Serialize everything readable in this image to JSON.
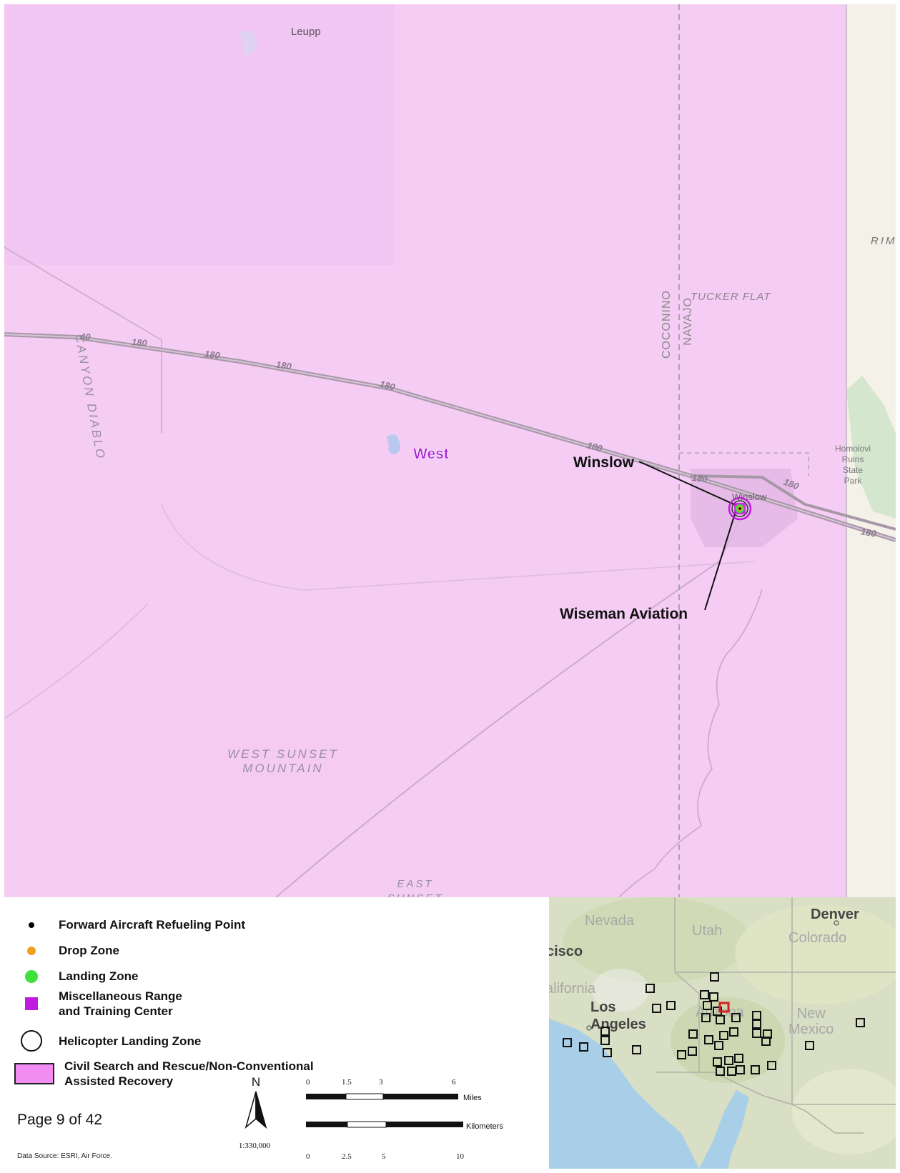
{
  "map": {
    "places": {
      "leupp": "Leupp",
      "rim": "RIM",
      "tucker_flat": "TUCKER FLAT",
      "winslow_small": "Winslow",
      "homolovi": [
        "Homolovi",
        "Ruins",
        "State",
        "Park"
      ]
    },
    "terrain": {
      "canyon_diablo": "CANYON DIABLO",
      "west_sunset_1": "WEST SUNSET",
      "west_sunset_2": "MOUNTAIN",
      "east_sunset_1": "EAST",
      "east_sunset_2": "SUNSET"
    },
    "counties": {
      "coconino": "COCONINO",
      "navajo": "NAVAJO"
    },
    "highway": {
      "i40": "40",
      "us180": "180"
    },
    "area_label": "West",
    "callouts": {
      "winslow": "Winslow",
      "wiseman": "Wiseman Aviation"
    },
    "colors": {
      "overlay": "#f5c8f5",
      "callout_area_text": "#a21bd2"
    }
  },
  "legend": {
    "items": [
      {
        "label": "Forward Aircraft Refueling Point",
        "symbol": "black-dot"
      },
      {
        "label": "Drop Zone",
        "symbol": "orange-dot",
        "color": "#f0a020"
      },
      {
        "label": "Landing Zone",
        "symbol": "green-dot",
        "color": "#3fe03a"
      },
      {
        "label": "Miscellaneous Range",
        "label2": "and Training Center",
        "symbol": "purple-square",
        "color": "#c01ae0"
      },
      {
        "label": "Helicopter Landing Zone",
        "symbol": "open-circle"
      },
      {
        "label": "Civil Search and Rescue/Non-Conventional",
        "label2": "Assisted Recovery",
        "symbol": "pink-rectangle",
        "color": "#f08cf2"
      }
    ],
    "page": "Page 9 of 42",
    "data_source": "Data Source: ESRI, Air Force.",
    "north": "N",
    "scale": "1:330,000",
    "scalebar": {
      "miles_label": "Miles",
      "km_label": "Kilometers",
      "miles_ticks": [
        "0",
        "1.5",
        "3",
        "6"
      ],
      "km_ticks": [
        "0",
        "2.5",
        "5",
        "10"
      ]
    }
  },
  "inset": {
    "states": {
      "nevada": "Nevada",
      "utah": "Utah",
      "colorado": "Colorado",
      "california": "alifornia",
      "arizona": "Arizona",
      "new_mexico_1": "New",
      "new_mexico_2": "Mexico"
    },
    "cities": {
      "denver": "Denver",
      "san_francisco": "cisco",
      "la_1": "Los",
      "la_2": "Angeles"
    },
    "highlight_color": "#d42020"
  }
}
